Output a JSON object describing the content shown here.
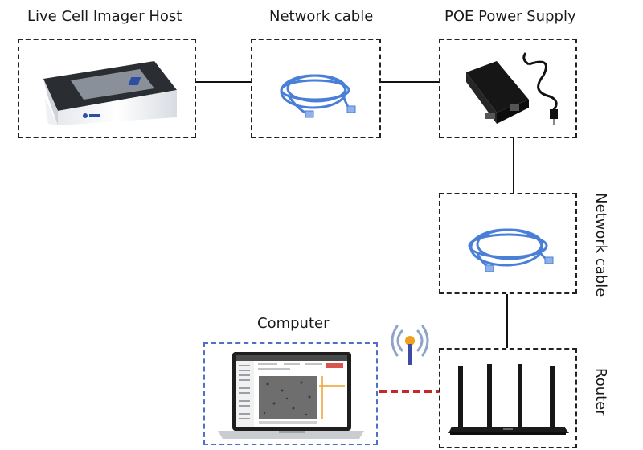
{
  "nodes": {
    "host": {
      "label": "Live Cell Imager Host"
    },
    "cable_top": {
      "label": "Network cable"
    },
    "poe": {
      "label": "POE Power Supply"
    },
    "cable_right": {
      "label": "Network cable"
    },
    "router": {
      "label": "Router"
    },
    "computer": {
      "label": "Computer"
    }
  },
  "colors": {
    "cable": "#4a7fd8",
    "wireless_link": "#c62828",
    "computer_border": "#4f6fc9",
    "box_border": "#222222"
  }
}
